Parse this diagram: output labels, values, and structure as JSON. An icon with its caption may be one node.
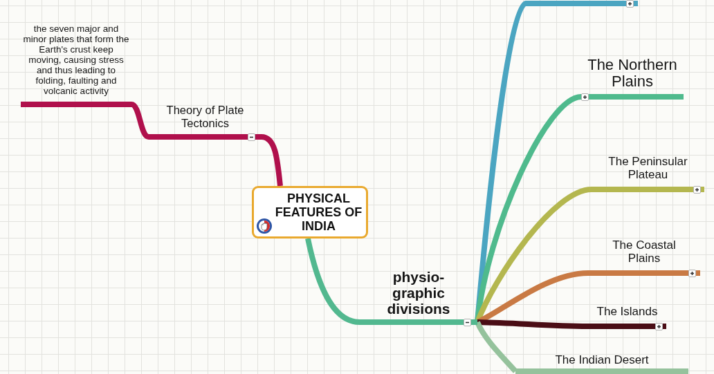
{
  "diagram": {
    "nodes": [
      {
        "text": [
          "PHYSICAL FEATURES OF INDIA"
        ]
      },
      {
        "text": [
          "Theory of Plate Tectonics"
        ]
      },
      {
        "text": [
          "the seven major and minor plates that form the Earth's crust keep moving, causing stress and thus leading to folding, faulting and volcanic activity"
        ]
      },
      {
        "text": [
          "physio-graphic divisions"
        ]
      },
      {
        "text": [],
        "shape": "bar"
      },
      {
        "text": [
          "The Northern Plains"
        ]
      },
      {
        "text": [
          "The Peninsular Plateau"
        ]
      },
      {
        "text": [
          "The Coastal Plains"
        ]
      },
      {
        "text": [
          "The Islands"
        ]
      },
      {
        "text": [
          "The Indian Desert"
        ]
      }
    ],
    "edges": [
      {
        "from": 0,
        "to": 1,
        "arrow": "none",
        "color": "#b0104c"
      },
      {
        "from": 1,
        "to": 2,
        "arrow": "none",
        "color": "#b0104c"
      },
      {
        "from": 0,
        "to": 3,
        "arrow": "none",
        "color": "#52b88f"
      },
      {
        "from": 3,
        "to": 4,
        "arrow": "none",
        "color": "#4ba5c1"
      },
      {
        "from": 3,
        "to": 5,
        "arrow": "none",
        "color": "#4fba8d"
      },
      {
        "from": 3,
        "to": 6,
        "arrow": "none",
        "color": "#b4b74f"
      },
      {
        "from": 3,
        "to": 7,
        "arrow": "none",
        "color": "#c97a44"
      },
      {
        "from": 3,
        "to": 8,
        "arrow": "none",
        "color": "#4a0d15"
      },
      {
        "from": 3,
        "to": 9,
        "arrow": "none",
        "color": "#95c29c"
      }
    ]
  }
}
